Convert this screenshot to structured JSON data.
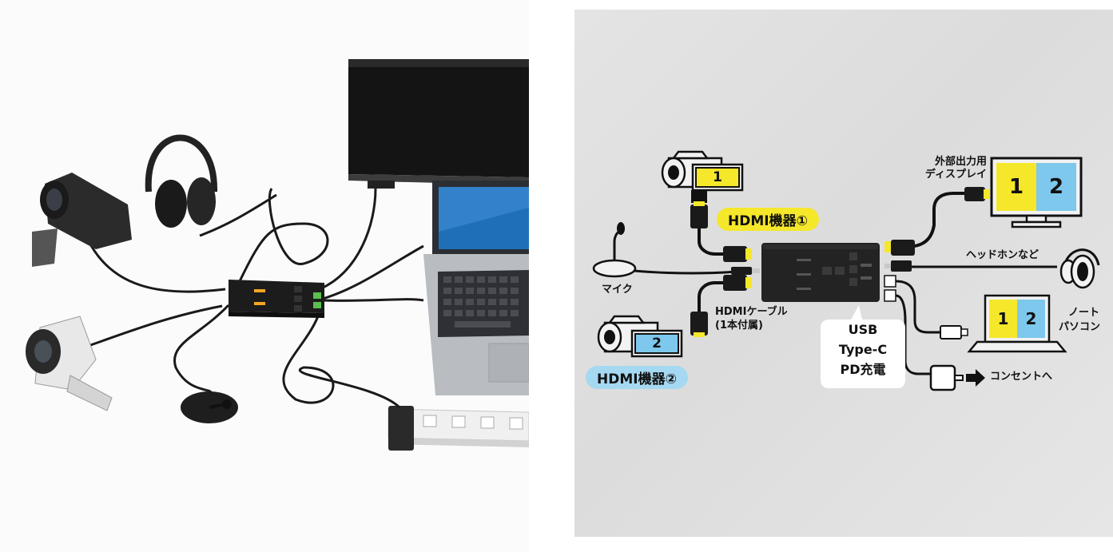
{
  "diagram": {
    "camera1_number": "1",
    "camera2_number": "2",
    "hdmi_device1": "HDMI機器①",
    "hdmi_device2": "HDMI機器②",
    "mic": "マイク",
    "hdmi_cable_line1": "HDMIケーブル",
    "hdmi_cable_line2": "(1本付属)",
    "usb_line1": "USB",
    "usb_line2": "Type-C",
    "usb_line3": "PD充電",
    "ext_display_line1": "外部出力用",
    "ext_display_line2": "ディスプレイ",
    "display_left": "1",
    "display_right": "2",
    "headphones": "ヘッドホンなど",
    "laptop_left": "1",
    "laptop_right": "2",
    "laptop_line1": "ノート",
    "laptop_line2": "パソコン",
    "outlet": "コンセントへ",
    "colors": {
      "yellow": "#f5e72a",
      "blue": "#7dc8ec",
      "pill_blue": "#a5d8f1",
      "background": "#e0e0e0"
    }
  }
}
